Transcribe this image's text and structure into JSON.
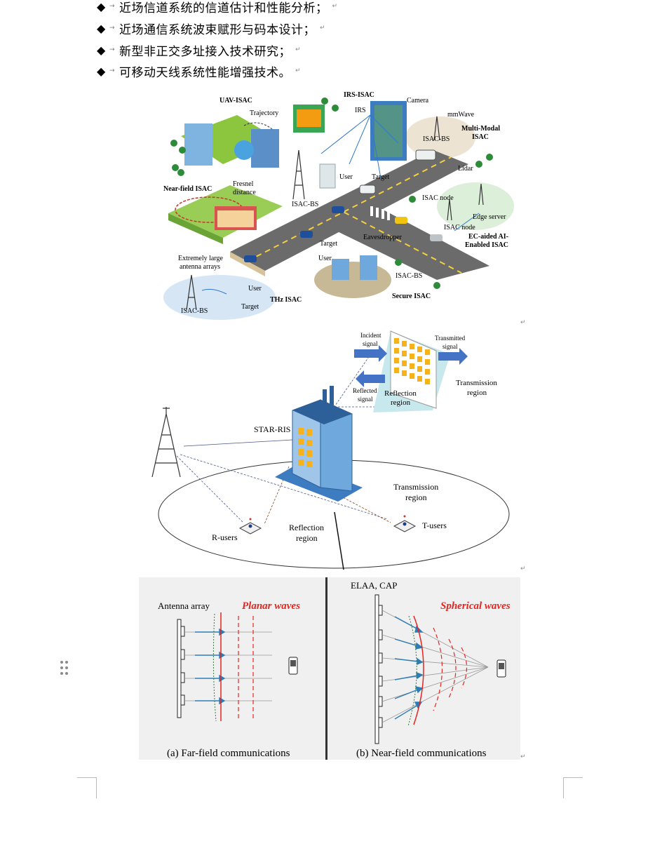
{
  "bullets": [
    {
      "text": "近场信道系统的信道估计和性能分析；"
    },
    {
      "text": "近场通信系统波束赋形与码本设计；"
    },
    {
      "text": "新型非正交多址接入技术研究；"
    },
    {
      "text": "可移动天线系统性能增强技术。"
    }
  ],
  "bullet_symbol": "◆",
  "tab_arrow": "→",
  "paragraph_mark": "↵",
  "figure1": {
    "labels": {
      "uav": "UAV-ISAC",
      "trajectory": "Trajectory",
      "irs_isac": "IRS-ISAC",
      "irs": "IRS",
      "camera": "Camera",
      "mmwave": "mmWave",
      "multimodal_1": "Multi-Modal",
      "multimodal_2": "ISAC",
      "isacbs_top": "ISAC-BS",
      "lidar": "Lidar",
      "user_mid": "User",
      "target_mid": "Target",
      "nearfield": "Near-field ISAC",
      "fresnel_1": "Fresnel",
      "fresnel_2": "distance",
      "isacbs_mid": "ISAC-BS",
      "isac_node1": "ISAC node",
      "edge_server": "Edge server",
      "isac_node2": "ISAC node",
      "ec_1": "EC-aided AI-",
      "ec_2": "Enabled ISAC",
      "eavesdropper": "Eavesdropper",
      "target_low": "Target",
      "user_low": "User",
      "ela_1": "Extremely large",
      "ela_2": "antenna arrays",
      "user_thz": "User",
      "target_thz": "Target",
      "thz": "THz ISAC",
      "isacbs_thz": "ISAC-BS",
      "isacbs_secure": "ISAC-BS",
      "secure": "Secure ISAC"
    }
  },
  "figure2": {
    "labels": {
      "incident_1": "Incident",
      "incident_2": "signal",
      "transmitted_1": "Transmitted",
      "transmitted_2": "signal",
      "transmission_top_1": "Transmission",
      "transmission_top_2": "region",
      "reflected_1": "Reflected",
      "reflected_2": "signal",
      "reflection_top_1": "Reflection",
      "reflection_top_2": "region",
      "star_ris": "STAR-RIS",
      "transmission_bottom_1": "Transmission",
      "transmission_bottom_2": "region",
      "reflection_bottom_1": "Reflection",
      "reflection_bottom_2": "region",
      "r_users": "R-users",
      "t_users": "T-users"
    }
  },
  "figure3": {
    "labels": {
      "antenna_array": "Antenna array",
      "planar_waves": "Planar waves",
      "elaa_cap": "ELAA, CAP",
      "spherical_waves": "Spherical waves",
      "caption_a": "(a) Far-field communications",
      "caption_b": "(b) Near-field communications"
    }
  },
  "colors": {
    "road": "#6b6b6b",
    "grass": "#8cc63f",
    "building_blue": "#3e7cc2",
    "ris_panel": "#f5b21b",
    "arrow_blue": "#4472c4",
    "wave_red": "#e8241f",
    "panel_bg": "#f0f0f0"
  }
}
